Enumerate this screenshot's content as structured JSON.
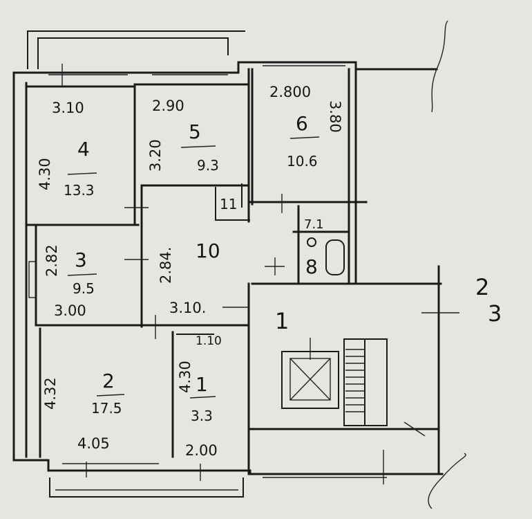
{
  "rooms": [
    {
      "id": "4",
      "area": "13.3",
      "width": "3.10",
      "length": "4.30"
    },
    {
      "id": "5",
      "area": "9.3",
      "width": "2.90",
      "length": "3.20"
    },
    {
      "id": "6",
      "area": "10.6",
      "width": "2.800",
      "length": "3.80"
    },
    {
      "id": "3",
      "area": "9.5",
      "width": "3.00",
      "length": "2.82"
    },
    {
      "id": "2",
      "area": "17.5",
      "width": "4.05",
      "length": "4.32"
    },
    {
      "id": "1",
      "area": "3.3",
      "width": "2.00",
      "length": "4.30"
    }
  ],
  "labels": {
    "room_10": "10",
    "dim_2_84": "2.84.",
    "dim_3_10_hall": "3.10.",
    "dim_1_10": "1.10",
    "closet_11": "11",
    "wc_7": "7.1",
    "bath_8": "8",
    "stair_1": "1",
    "side_2": "2",
    "side_3": "3"
  }
}
